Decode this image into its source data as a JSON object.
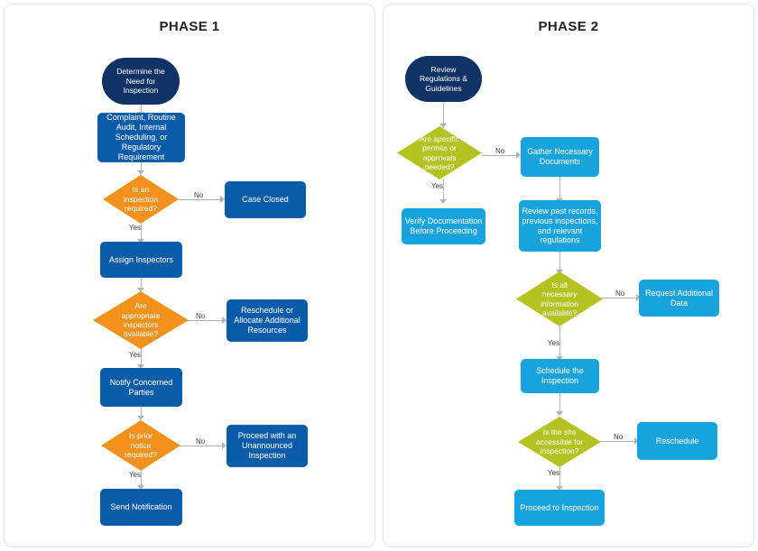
{
  "panels": [
    {
      "id": "phase-1",
      "title": "PHASE 1"
    },
    {
      "id": "phase-2",
      "title": "PHASE 2"
    }
  ],
  "colors": {
    "terminal_navy": "#103264",
    "process_dark_blue": "#0b5ca8",
    "process_light_blue": "#19a3dc",
    "decision_orange": "#f2921d",
    "decision_olive": "#b5c322",
    "connector_gray": "#b3b3b3",
    "panel_border": "#e3e3e3",
    "title_text": "#232323",
    "edge_label_text": "#3a3a3a",
    "node_text": "#ffffff",
    "background": "#ffffff"
  },
  "phase1": {
    "title": "PHASE 1",
    "nodes": {
      "start": "Determine the\nNeed for\nInspection",
      "trigger": "Complaint, Routine\nAudit, Internal\nScheduling, or\nRegulatory Requirement",
      "decision_inspection": "Is an\ninspection\nrequired?",
      "case_closed": "Case Closed",
      "assign_inspectors": "Assign Inspectors",
      "decision_inspectors": "Are\nappropriate\ninspectors\navailable?",
      "reschedule_allocate": "Reschedule or\nAllocate Additional\nResources",
      "notify_parties": "Notify Concerned\nParties",
      "decision_prior_notice": "Is prior\nnotice\nrequired?",
      "unannounced_inspection": "Proceed with an\nUnannounced\nInspection",
      "send_notification": "Send Notification"
    },
    "edges": {
      "inspection_no": "No",
      "inspection_yes": "Yes",
      "inspectors_no": "No",
      "inspectors_yes": "Yes",
      "prior_notice_no": "No",
      "prior_notice_yes": "Yes"
    }
  },
  "phase2": {
    "title": "PHASE 2",
    "nodes": {
      "start": "Review\nRegulations &\nGuidelines",
      "decision_permits": "Are specific\npermits or\napprovals\nneeded?",
      "gather_documents": "Gather Necessary\nDocuments",
      "verify_documentation": "Verify Documentation\nBefore Proceeding",
      "review_records": "Review past records,\nprevious inspections,\nand relevant\nregulations",
      "decision_information": "Is all\nnecessary\ninformation\navailable?",
      "request_data": "Request Additional\nData",
      "schedule_inspection": "Schedule the\nInspection",
      "decision_accessible": "Is the site\naccessible for\ninspection?",
      "reschedule": "Reschedule",
      "proceed_inspection": "Proceed to Inspection"
    },
    "edges": {
      "permits_no": "No",
      "permits_yes": "Yes",
      "information_no": "No",
      "information_yes": "Yes",
      "accessible_no": "No",
      "accessible_yes": "Yes"
    }
  }
}
